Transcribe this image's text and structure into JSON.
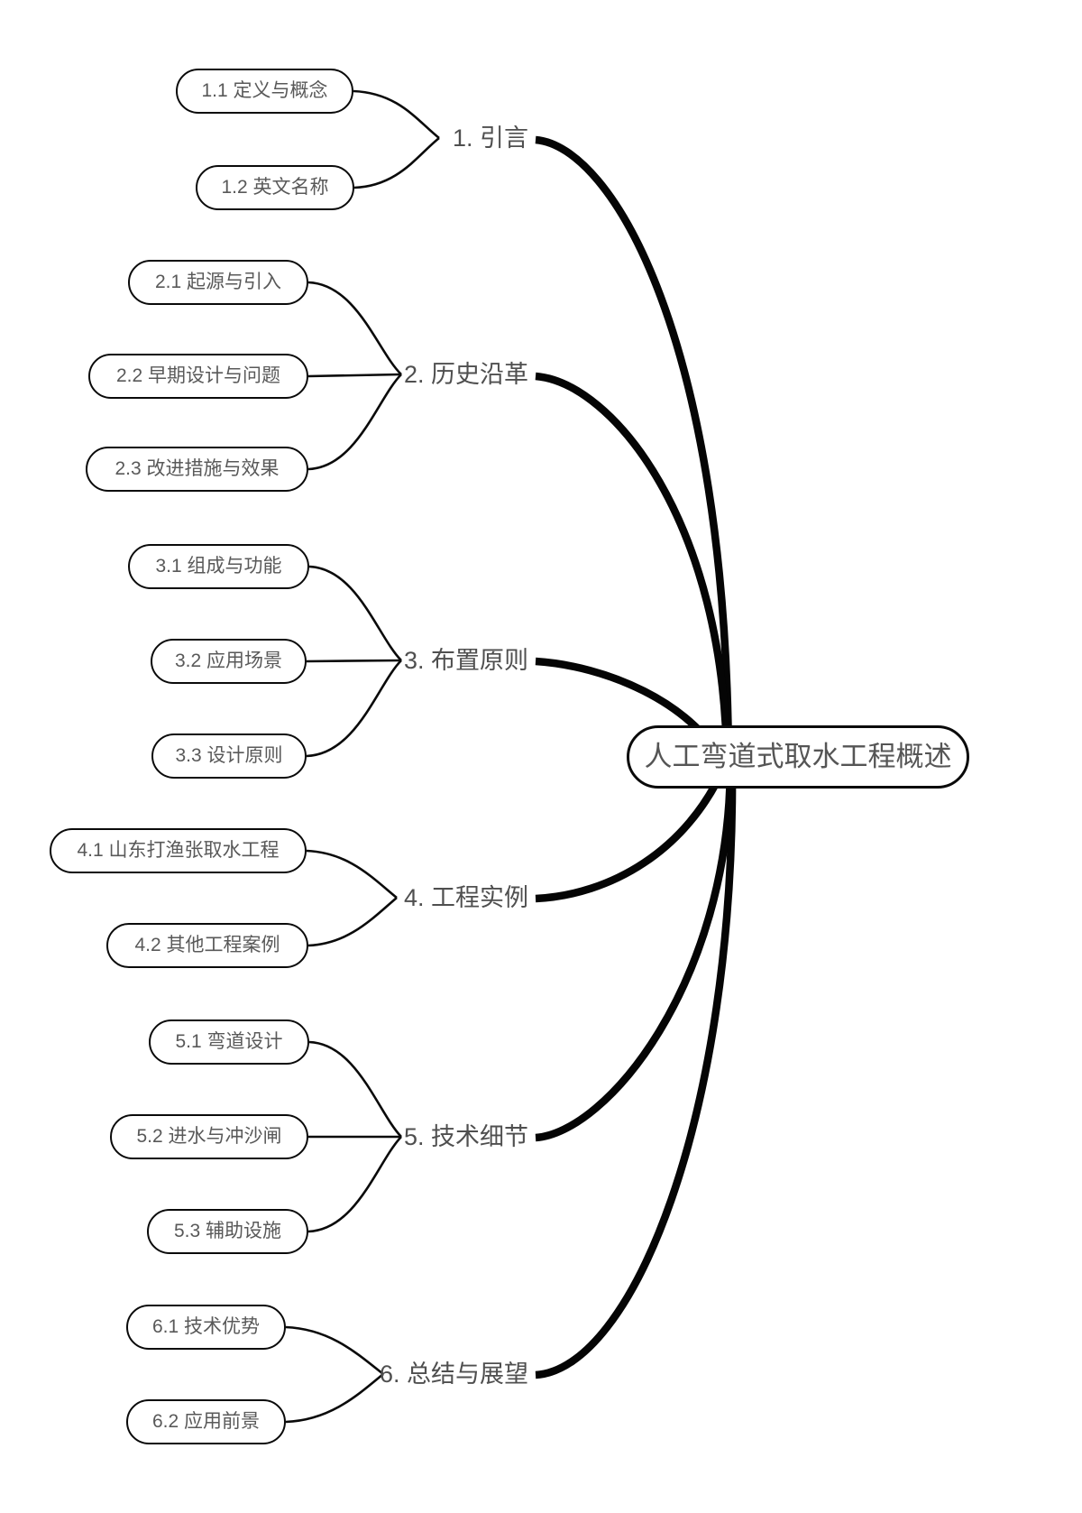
{
  "root": {
    "label": "人工弯道式取水工程概述"
  },
  "branches": [
    {
      "label": "1. 引言",
      "children": [
        "1.1 定义与概念",
        "1.2 英文名称"
      ]
    },
    {
      "label": "2. 历史沿革",
      "children": [
        "2.1 起源与引入",
        "2.2 早期设计与问题",
        "2.3 改进措施与效果"
      ]
    },
    {
      "label": "3. 布置原则",
      "children": [
        "3.1 组成与功能",
        "3.2 应用场景",
        "3.3 设计原则"
      ]
    },
    {
      "label": "4. 工程实例",
      "children": [
        "4.1 山东打渔张取水工程",
        "4.2 其他工程案例"
      ]
    },
    {
      "label": "5. 技术细节",
      "children": [
        "5.1 弯道设计",
        "5.2 进水与冲沙闸",
        "5.3 辅助设施"
      ]
    },
    {
      "label": "6. 总结与展望",
      "children": [
        "6.1 技术优势",
        "6.2 应用前景"
      ]
    }
  ],
  "colors": {
    "line": "#050505",
    "node_border": "#0a0a0a",
    "text": "#595959",
    "background": "#ffffff"
  }
}
